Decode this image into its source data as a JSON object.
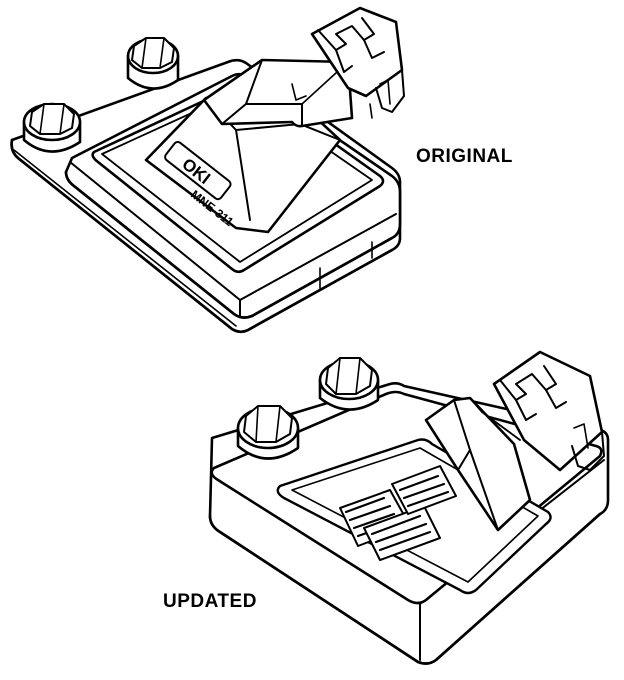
{
  "labels": {
    "original": "ORIGINAL",
    "updated": "UPDATED"
  },
  "components": {
    "original": {
      "logo_text": "OKI",
      "part_number": "MNE-311"
    }
  },
  "colors": {
    "line": "#000000",
    "fill": "#ffffff"
  }
}
